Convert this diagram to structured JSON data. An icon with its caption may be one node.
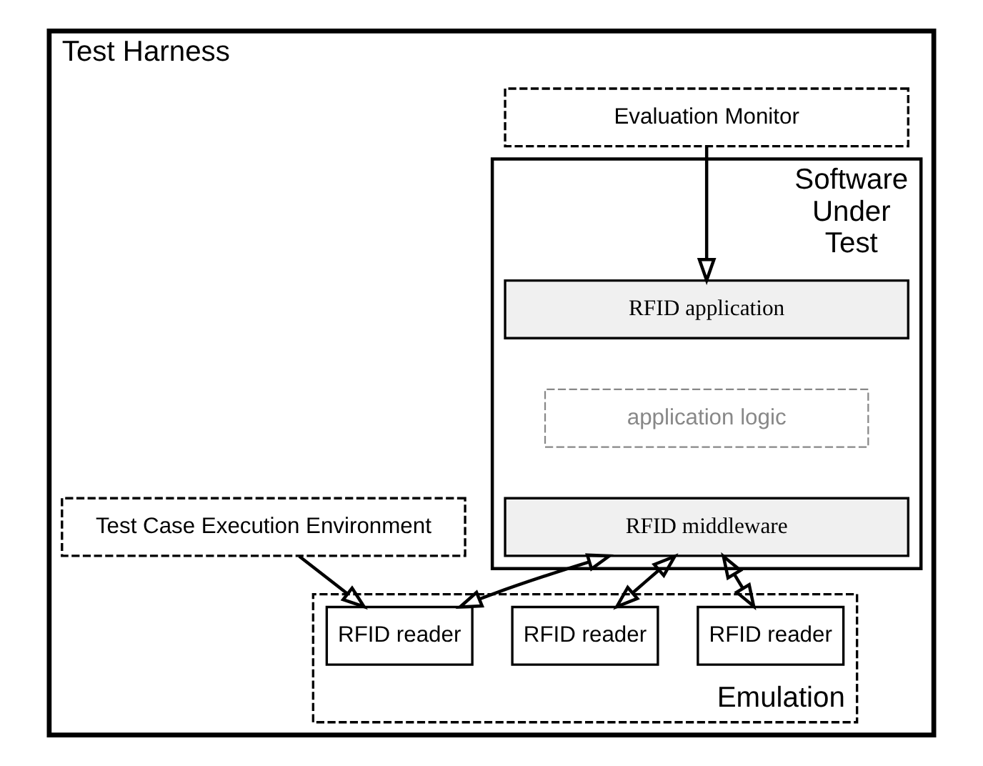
{
  "diagram": {
    "nodes": [
      {
        "text": [
          "Test Harness"
        ]
      },
      {
        "text": [
          "Evaluation Monitor"
        ],
        "in": 0
      },
      {
        "text": [
          "Software Under Test"
        ],
        "in": 0
      },
      {
        "text": [
          "RFID application"
        ],
        "in": 2
      },
      {
        "text": [
          "application logic"
        ],
        "in": 2
      },
      {
        "text": [
          "RFID middleware"
        ],
        "in": 2
      },
      {
        "text": [
          "Emulation"
        ],
        "in": 0
      },
      {
        "text": [
          "RFID reader"
        ],
        "in": 6
      },
      {
        "text": [
          "RFID reader"
        ],
        "in": 6
      },
      {
        "text": [
          "RFID reader"
        ],
        "in": 6
      },
      {
        "text": [
          "Test Case Execution Environment"
        ],
        "in": 0
      }
    ],
    "edges": [
      {
        "from": 1,
        "to": 3,
        "arrow": "to"
      },
      {
        "from": 5,
        "to": 7,
        "arrow": "both"
      },
      {
        "from": 5,
        "to": 8,
        "arrow": "both"
      },
      {
        "from": 5,
        "to": 9,
        "arrow": "both"
      },
      {
        "from": 10,
        "to": 8,
        "arrow": "to"
      }
    ]
  }
}
